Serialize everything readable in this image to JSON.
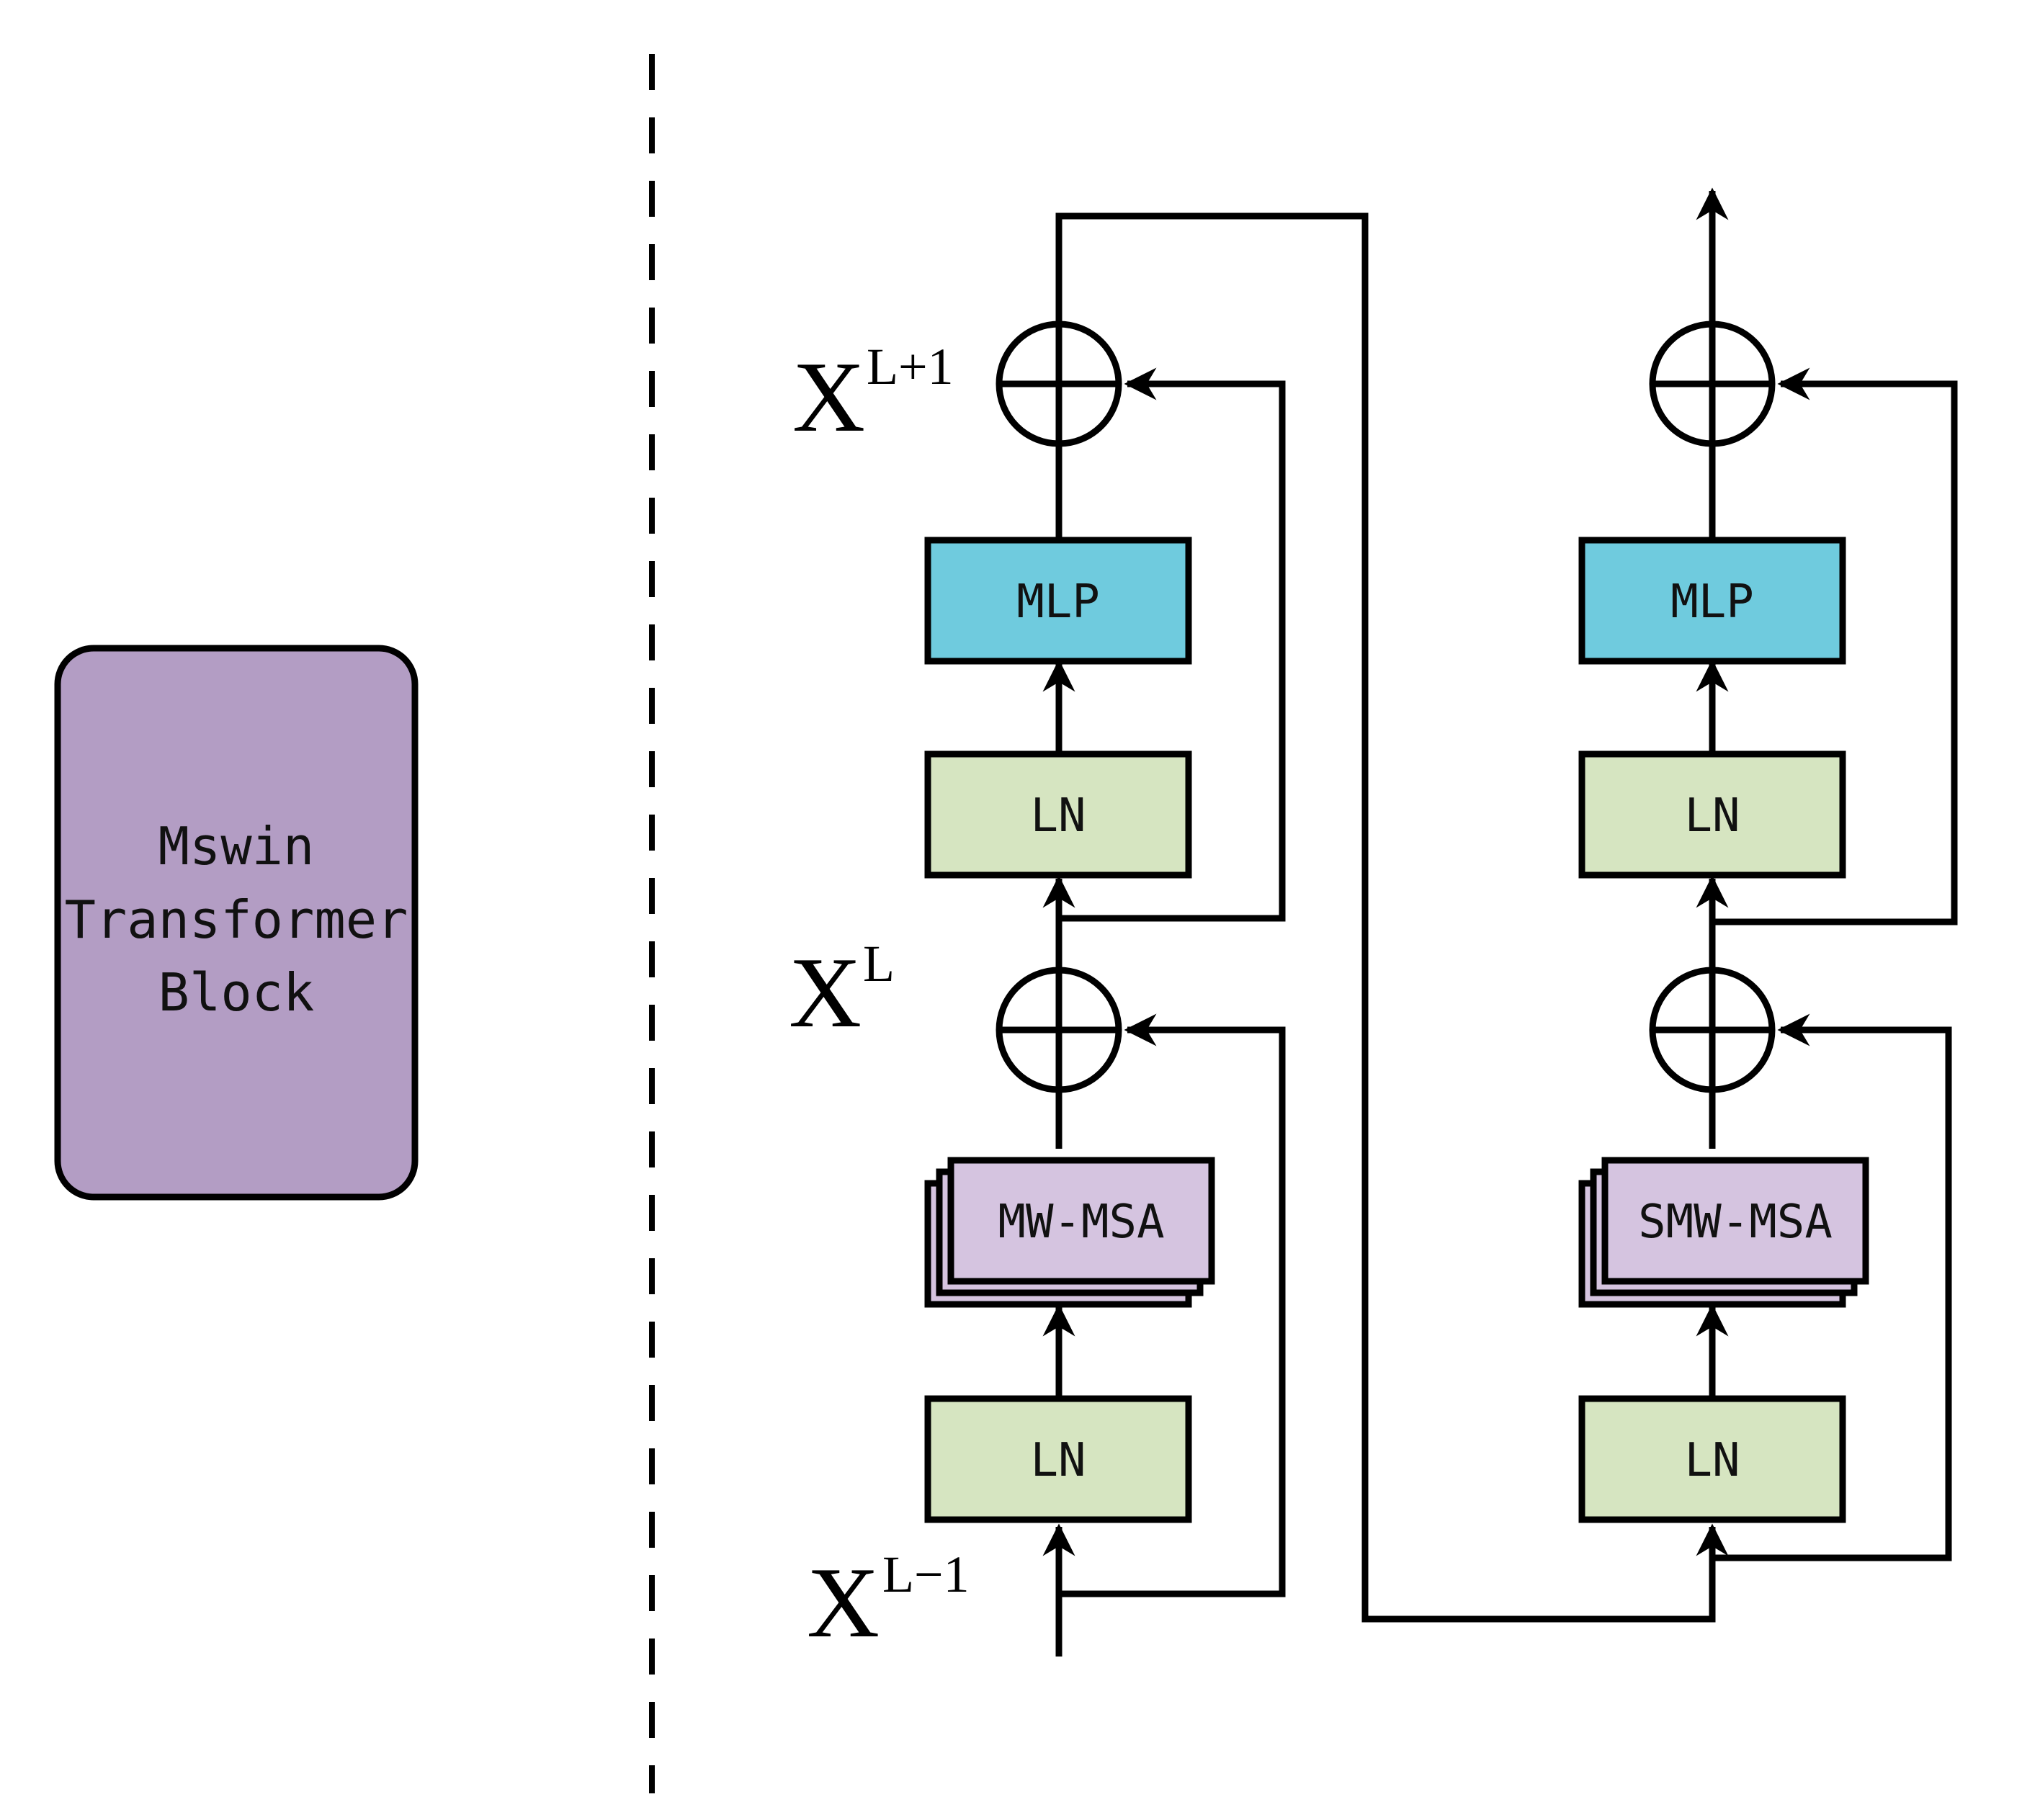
{
  "block_label": [
    "Mswin",
    "Transformer",
    "Block"
  ],
  "left_stage": {
    "mlp": "MLP",
    "ln_top": "LN",
    "msa": "MW-MSA",
    "ln_bottom": "LN"
  },
  "right_stage": {
    "mlp": "MLP",
    "ln_top": "LN",
    "msa": "SMW-MSA",
    "ln_bottom": "LN"
  },
  "labels": {
    "x_out": {
      "base": "X",
      "sup": "L+1"
    },
    "x_mid": {
      "base": "X",
      "sup": "L"
    },
    "x_in": {
      "base": "X",
      "sup": "L−1"
    }
  },
  "colors": {
    "block": "#b39dc4",
    "mlp": "#6fcbde",
    "ln": "#d6e5c1",
    "msa": "#d5c4e0",
    "line": "#000000"
  }
}
